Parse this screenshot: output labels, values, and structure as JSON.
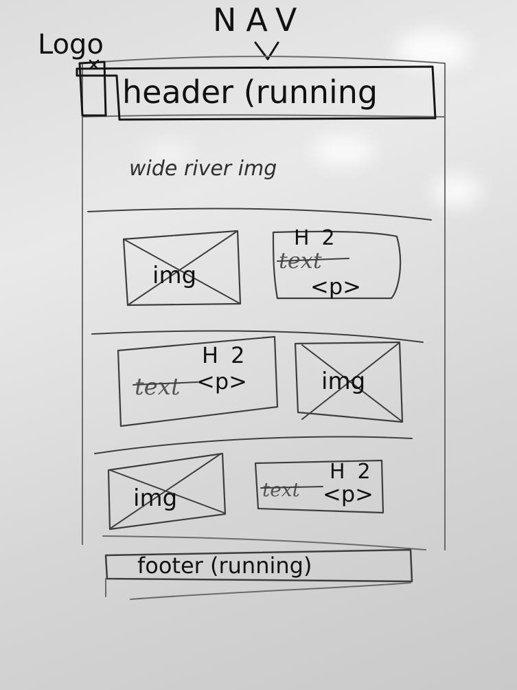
{
  "labels": {
    "nav": "NAV",
    "logo": "Logo",
    "header": "header (running",
    "hero": "wide river img",
    "footer": "footer (running)"
  },
  "rows": [
    {
      "img": "img",
      "h2": "H2",
      "text": "text",
      "p": "<p>"
    },
    {
      "img": "img",
      "h2": "H2",
      "text": "text",
      "p": "<p>"
    },
    {
      "img": "img",
      "h2": "H2",
      "text": "text",
      "p": "<p>"
    }
  ],
  "colors": {
    "board": "#dcdcdc",
    "marker_black": "#151515",
    "marker_gray": "#3d3d3d"
  }
}
